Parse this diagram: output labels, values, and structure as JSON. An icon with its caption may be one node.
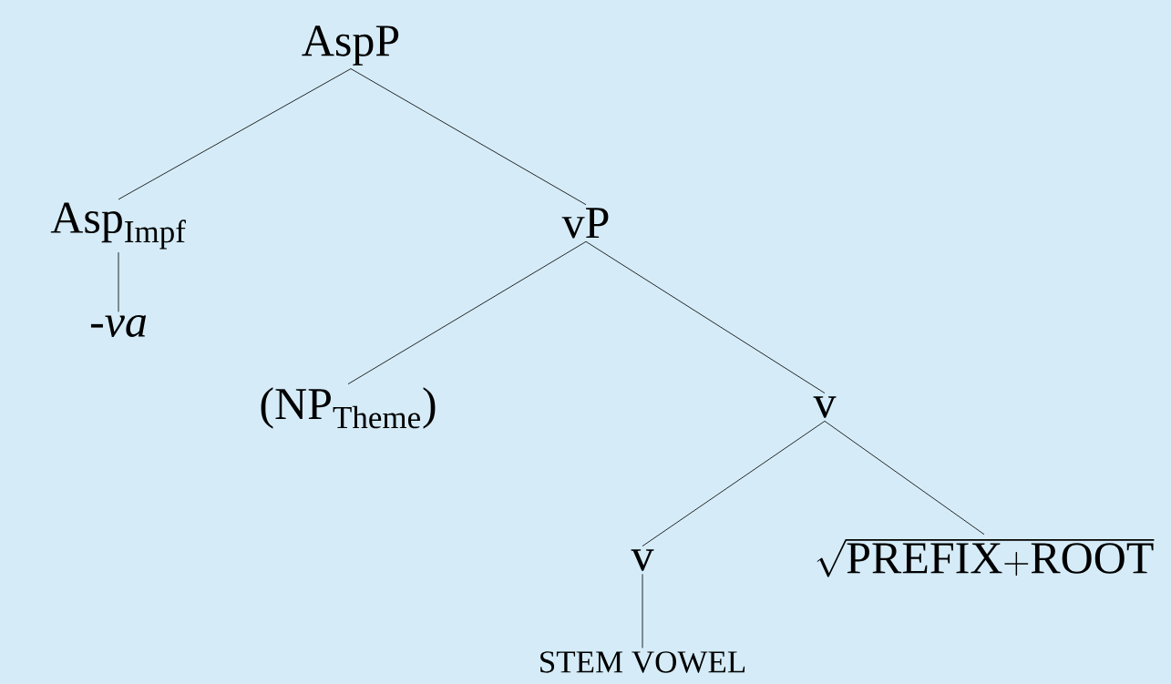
{
  "diagram": {
    "nodes": [
      {
        "text": [
          "AspP"
        ]
      },
      {
        "text": [
          "Asp$_{Impf}$"
        ]
      },
      {
        "text": [
          "vP"
        ]
      },
      {
        "text": [
          "-*va*"
        ]
      },
      {
        "text": [
          "(NP$_{Theme}$)"
        ]
      },
      {
        "text": [
          "v"
        ]
      },
      {
        "text": [
          "v"
        ]
      },
      {
        "text": [
          "\\sqrt{\\mathrm{PREFIX{+}ROOT}}"
        ]
      },
      {
        "text": [
          "STEM VOWEL"
        ]
      }
    ],
    "edges": [
      {
        "from": 0,
        "to": 1,
        "arrow": "none"
      },
      {
        "from": 0,
        "to": 2,
        "arrow": "none"
      },
      {
        "from": 1,
        "to": 3,
        "arrow": "none"
      },
      {
        "from": 2,
        "to": 4,
        "arrow": "none"
      },
      {
        "from": 2,
        "to": 5,
        "arrow": "none"
      },
      {
        "from": 5,
        "to": 6,
        "arrow": "none"
      },
      {
        "from": 5,
        "to": 7,
        "arrow": "none"
      },
      {
        "from": 6,
        "to": 8,
        "arrow": "none"
      }
    ]
  }
}
